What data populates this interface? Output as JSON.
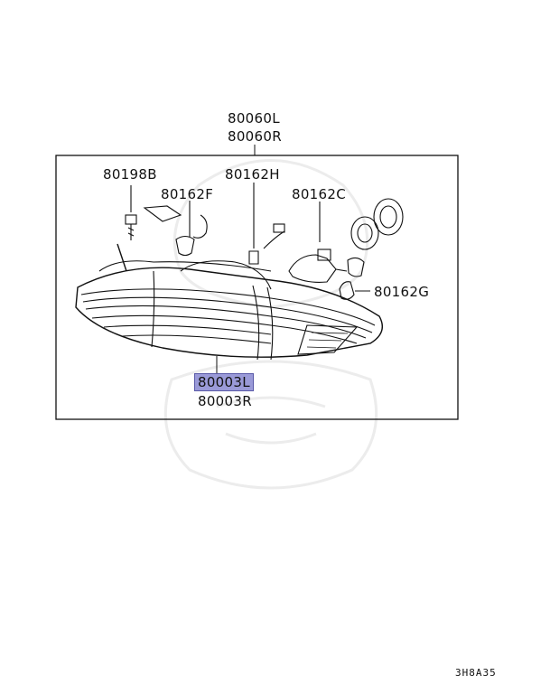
{
  "diagram": {
    "assembly_labels": [
      "80060L",
      "80060R"
    ],
    "lens_labels": [
      "80003L",
      "80003R"
    ],
    "parts": {
      "screw": "80198B",
      "socket_f": "80162F",
      "socket_h": "80162H",
      "bulb_c": "80162C",
      "bulb_g": "80162G"
    },
    "highlighted_part": "80003L",
    "illustration_code": "3H8A35"
  }
}
